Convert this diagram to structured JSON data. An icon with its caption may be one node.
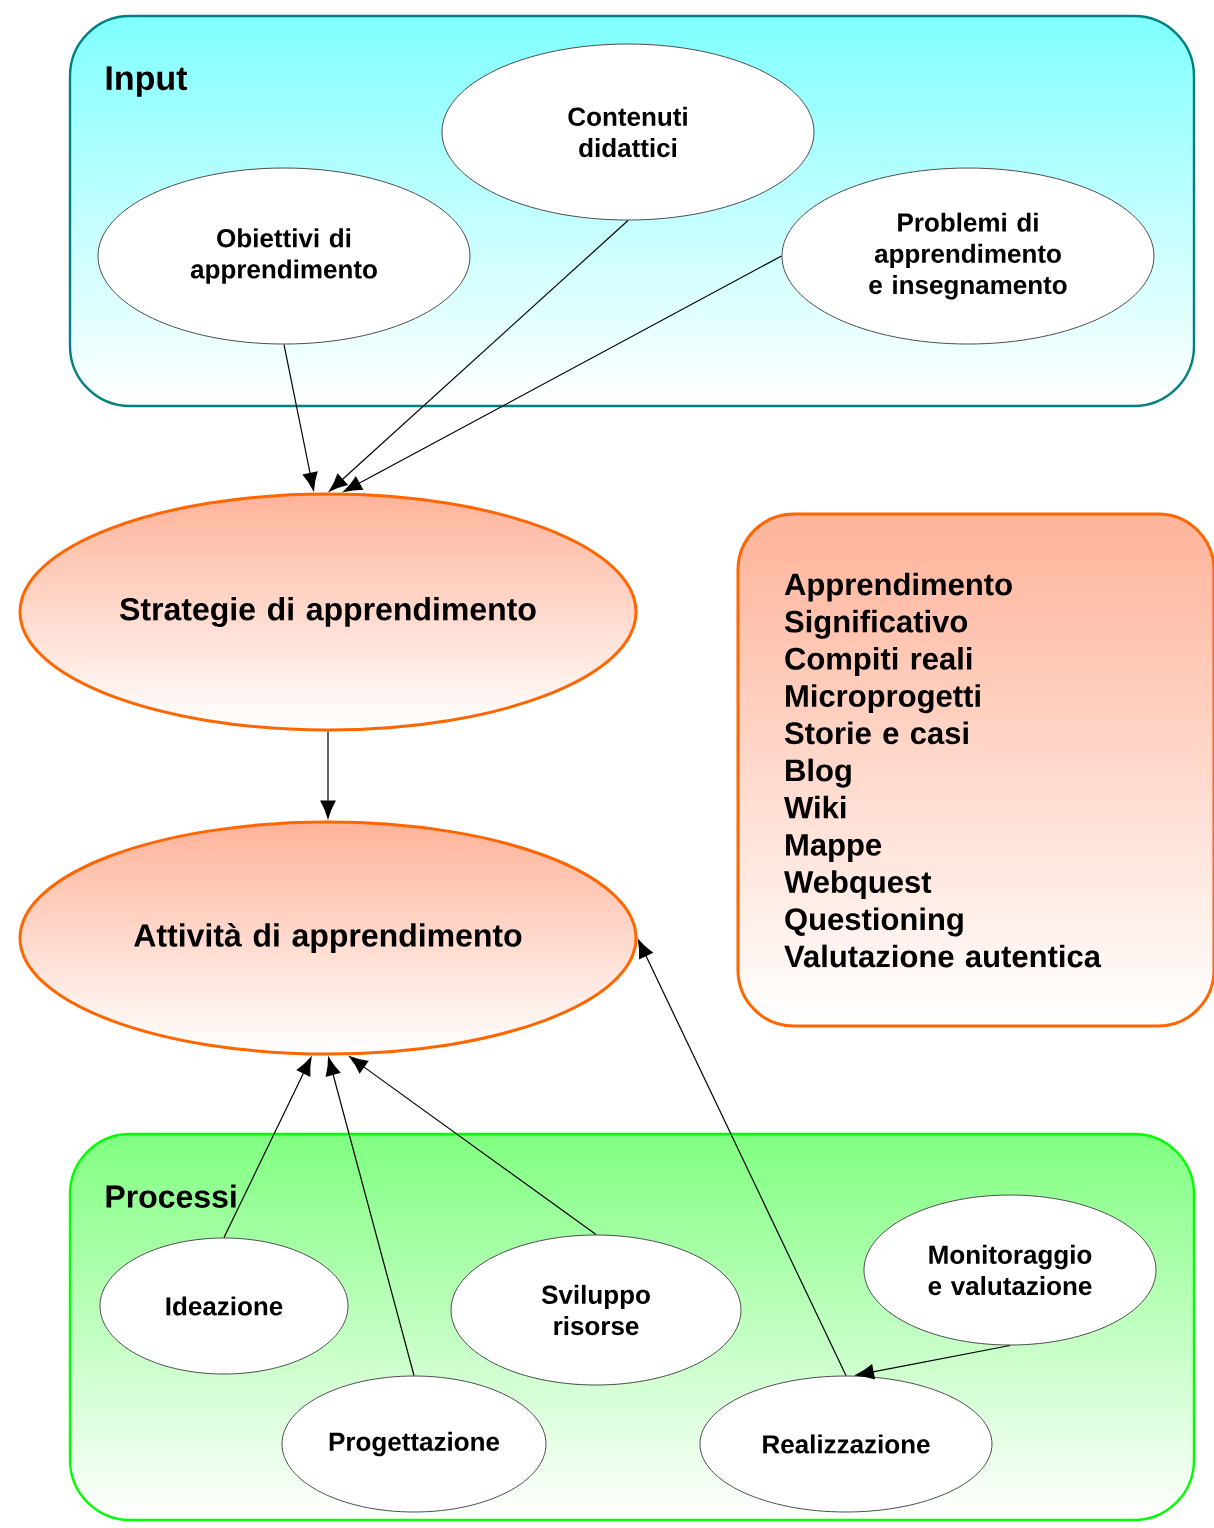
{
  "diagram": {
    "nodes": [
      {
        "text": [
          "Input"
        ]
      },
      {
        "text": [
          "Obiettivi di apprendimento"
        ],
        "in": 0
      },
      {
        "text": [
          "Contenuti didattici"
        ],
        "in": 0
      },
      {
        "text": [
          "Problemi di apprendimento e insegnamento"
        ],
        "in": 0
      },
      {
        "text": [
          "Strategie di apprendimento"
        ]
      },
      {
        "text": [
          "Attività di apprendimento"
        ]
      },
      {
        "text": [
          "Apprendimento Significativo",
          "Compiti reali",
          "Microprogetti",
          "Storie e casi",
          "Blog",
          "Wiki",
          "Mappe",
          "Webquest",
          "Questioning",
          "Valutazione autentica"
        ]
      },
      {
        "text": [
          "Processi"
        ]
      },
      {
        "text": [
          "Ideazione"
        ],
        "in": 7
      },
      {
        "text": [
          "Sviluppo risorse"
        ],
        "in": 7
      },
      {
        "text": [
          "Monitoraggio e valutazione"
        ],
        "in": 7
      },
      {
        "text": [
          "Progettazione"
        ],
        "in": 7
      },
      {
        "text": [
          "Realizzazione"
        ],
        "in": 7
      }
    ],
    "edges": [
      {
        "from": 1,
        "to": 4,
        "arrow": "to"
      },
      {
        "from": 2,
        "to": 4,
        "arrow": "to"
      },
      {
        "from": 3,
        "to": 4,
        "arrow": "to"
      },
      {
        "from": 4,
        "to": 5,
        "arrow": "to"
      },
      {
        "from": 8,
        "to": 5,
        "arrow": "to"
      },
      {
        "from": 11,
        "to": 5,
        "arrow": "to"
      },
      {
        "from": 9,
        "to": 5,
        "arrow": "to"
      },
      {
        "from": 12,
        "to": 5,
        "arrow": "to"
      },
      {
        "from": 10,
        "to": 12,
        "arrow": "to"
      }
    ]
  }
}
